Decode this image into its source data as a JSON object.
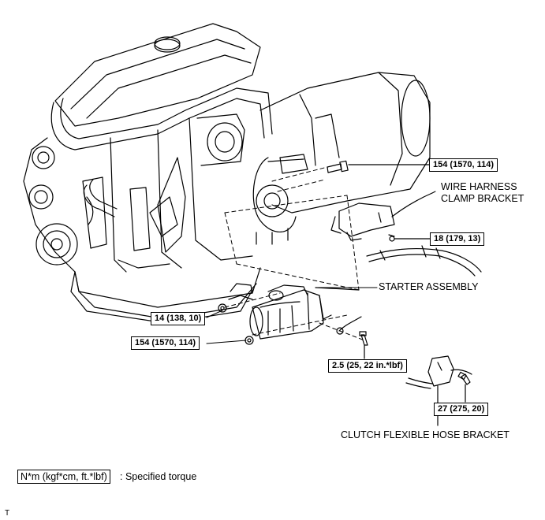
{
  "torque_labels": {
    "mount_bolt_upper": "154 (1570, 114)",
    "clamp_bolt": "18 (179, 13)",
    "terminal_nut": "14 (138, 10)",
    "mount_nut_lower": "154 (1570, 114)",
    "small_nut": "2.5 (25, 22 in.*lbf)",
    "hose_bracket_bolt": "27 (275, 20)"
  },
  "part_labels": {
    "wire_harness_line1": "WIRE HARNESS",
    "wire_harness_line2": "CLAMP BRACKET",
    "starter": "STARTER ASSEMBLY",
    "hose_bracket": "CLUTCH FLEXIBLE HOSE BRACKET"
  },
  "legend": {
    "unit_box": "N*m (kgf*cm, ft.*lbf)",
    "description": ": Specified torque"
  },
  "corner_code": "T"
}
